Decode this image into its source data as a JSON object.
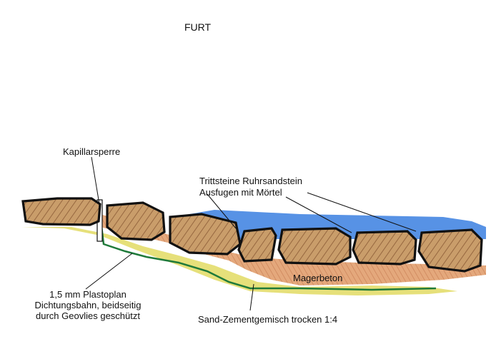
{
  "title": "FURT",
  "labels": {
    "kapillarsperre": "Kapillarsperre",
    "trittsteine": "Trittsteine Ruhrsandstein",
    "ausfugen": "Ausfugen mit Mörtel",
    "magerbeton": "Magerbeton",
    "plastoplan_line1": "1,5 mm Plastoplan",
    "plastoplan_line2": "Dichtungsbahn, beidseitig",
    "plastoplan_line3": "durch Geovlies geschützt",
    "sand": "Sand-Zementgemisch trocken 1:4"
  },
  "colors": {
    "water": "#2f73d6",
    "stone": "#c79a66",
    "mortar": "#e2a276",
    "sand": "#e8e27a",
    "membrane": "#1f7a3a",
    "outline": "#111111"
  }
}
